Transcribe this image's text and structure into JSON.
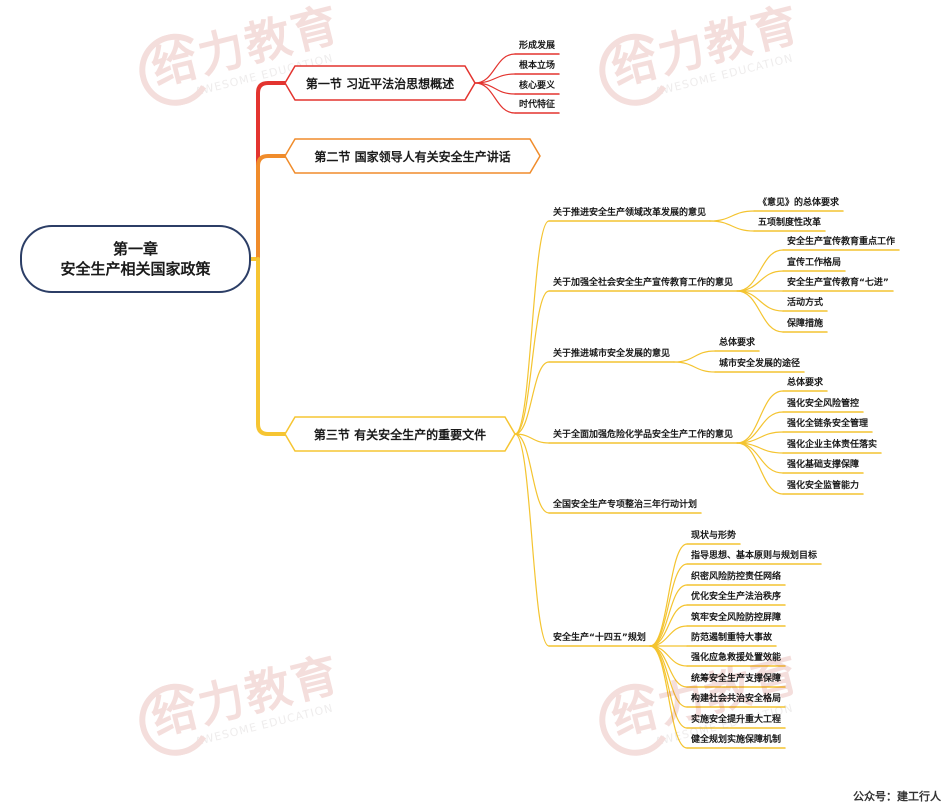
{
  "root": {
    "line1": "第一章",
    "line2": "安全生产相关国家政策"
  },
  "sections": [
    {
      "title": "第一节 习近平法治思想概述",
      "children": [
        {
          "label": "形成发展",
          "children": []
        },
        {
          "label": "根本立场",
          "children": []
        },
        {
          "label": "核心要义",
          "children": []
        },
        {
          "label": "时代特征",
          "children": []
        }
      ]
    },
    {
      "title": "第二节 国家领导人有关安全生产讲话",
      "children": []
    },
    {
      "title": "第三节 有关安全生产的重要文件",
      "children": [
        {
          "label": "关于推进安全生产领域改革发展的意见",
          "children": [
            "《意见》的总体要求",
            "五项制度性改革"
          ]
        },
        {
          "label": "关于加强全社会安全生产宣传教育工作的意见",
          "children": [
            "安全生产宣传教育重点工作",
            "宣传工作格局",
            "安全生产宣传教育“七进”",
            "活动方式",
            "保障措施"
          ]
        },
        {
          "label": "关于推进城市安全发展的意见",
          "children": [
            "总体要求",
            "城市安全发展的途径"
          ]
        },
        {
          "label": "关于全面加强危险化学品安全生产工作的意见",
          "children": [
            "总体要求",
            "强化安全风险管控",
            "强化全链条安全管理",
            "强化企业主体责任落实",
            "强化基础支撑保障",
            "强化安全监管能力"
          ]
        },
        {
          "label": "全国安全生产专项整治三年行动计划",
          "children": []
        },
        {
          "label": "安全生产“十四五”规划",
          "children": [
            "现状与形势",
            "指导思想、基本原则与规划目标",
            "织密风险防控责任网络",
            "优化安全生产法治秩序",
            "筑牢安全风险防控屏障",
            "防范遏制重特大事故",
            "强化应急救援处置效能",
            "统筹安全生产支撑保障",
            "构建社会共治安全格局",
            "实施安全提升重大工程",
            "健全规划实施保障机制"
          ]
        }
      ]
    }
  ],
  "watermark": {
    "brand": "给力教育",
    "brand_en": "AWESOME EDUCATION"
  },
  "footer": "公众号：建工行人",
  "colors": {
    "root_border": "#2c3e66",
    "sec1": "#e3342f",
    "sec2": "#f08c2b",
    "sec3": "#f6c532",
    "leaf_line": "#f4c430",
    "watermark": "#c0392b"
  }
}
